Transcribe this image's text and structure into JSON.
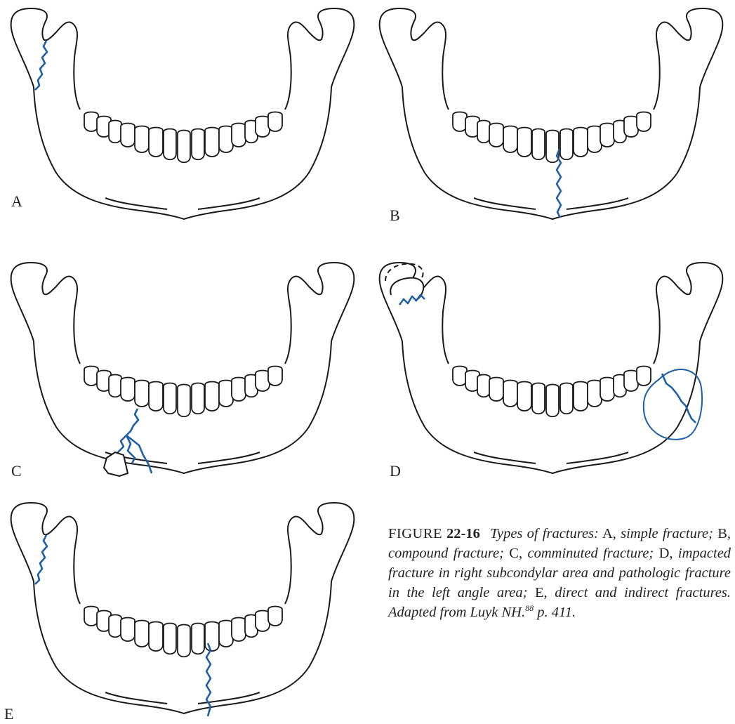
{
  "panels": [
    {
      "id": "A",
      "label": "A",
      "fracture_type": "simple fracture"
    },
    {
      "id": "B",
      "label": "B",
      "fracture_type": "compound fracture"
    },
    {
      "id": "C",
      "label": "C",
      "fracture_type": "comminuted fracture"
    },
    {
      "id": "D",
      "label": "D",
      "fracture_type": "impacted fracture in right subcondylar area and pathologic fracture in the left angle area"
    },
    {
      "id": "E",
      "label": "E",
      "fracture_type": "direct and indirect fractures"
    }
  ],
  "caption": {
    "figure_word": "FIGURE",
    "figure_number": "22-16",
    "intro": "Types of fractures:",
    "a_letter": "A,",
    "a_text": "simple fracture;",
    "b_letter": "B,",
    "b_text": "compound fracture;",
    "c_letter": "C,",
    "c_text": "comminuted fracture;",
    "d_letter": "D,",
    "d_text": "impacted fracture in right subcondylar area and pathologic fracture in the left angle area;",
    "e_letter": "E,",
    "e_text": "direct and indirect fractures. Adapted from Luyk NH.",
    "ref_superscript": "88",
    "page_ref": "p. 411."
  },
  "colors": {
    "outline": "#1a1a1a",
    "fracture_line": "#1f5fa8"
  }
}
